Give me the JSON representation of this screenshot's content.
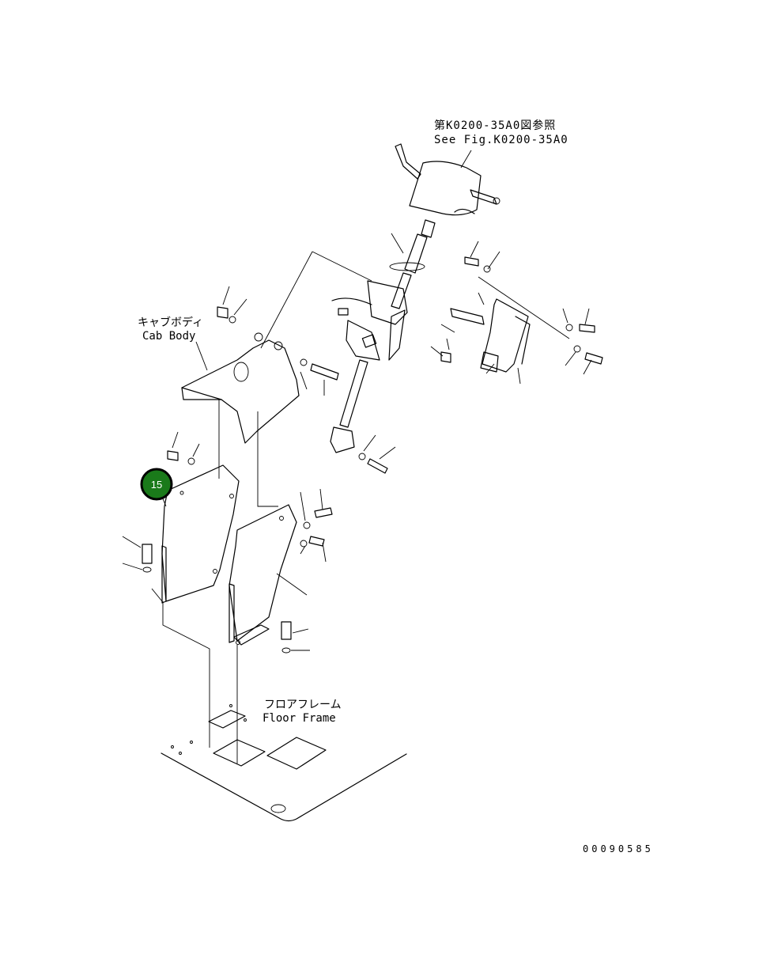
{
  "labels": {
    "ref_jp": "第K0200-35A0図参照",
    "ref_en": "See Fig.K0200-35A0",
    "cab_jp": "キャブボディ",
    "cab_en": "Cab Body",
    "floor_jp": "フロアフレーム",
    "floor_en": "Floor Frame",
    "drawing_number": "00090585"
  },
  "callout": {
    "number": "15",
    "color": "#1a7a1a",
    "border": "#000000"
  }
}
